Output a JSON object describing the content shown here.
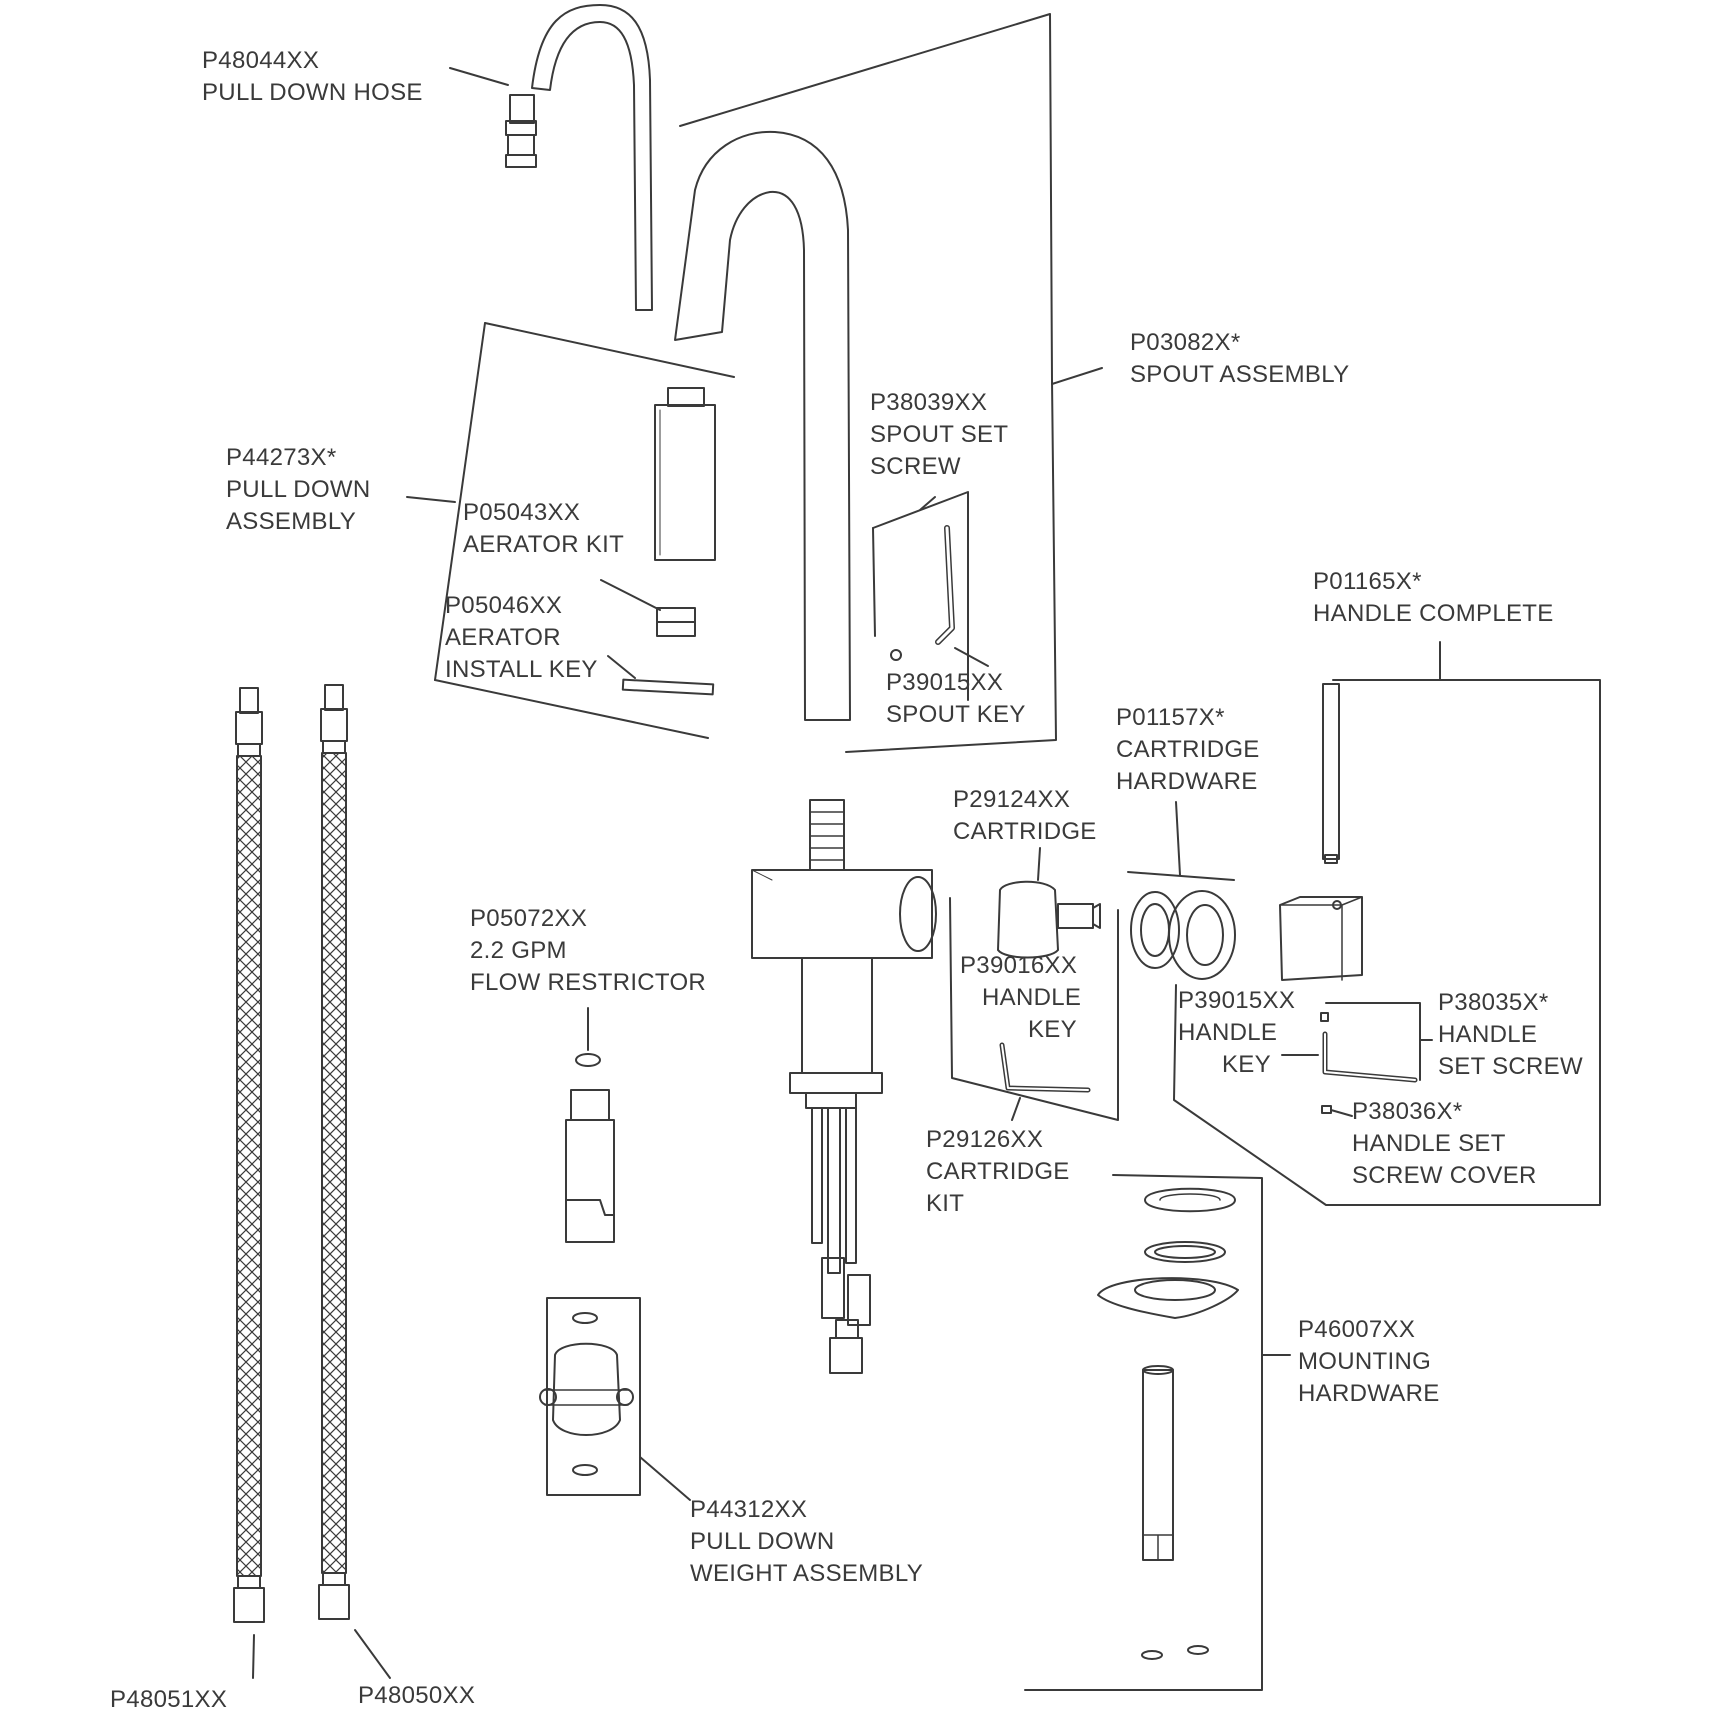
{
  "colors": {
    "line": "#3a3a3a",
    "text": "#3a3a3a",
    "background": "#ffffff"
  },
  "callouts": {
    "pull_down_hose": {
      "part": "P48044XX",
      "lines": [
        "PULL DOWN HOSE"
      ]
    },
    "spout_assembly": {
      "part": "P03082X*",
      "lines": [
        "SPOUT ASSEMBLY"
      ]
    },
    "spout_set_screw": {
      "part": "P38039XX",
      "lines": [
        "SPOUT SET",
        "SCREW"
      ]
    },
    "pull_down_assembly": {
      "part": "P44273X*",
      "lines": [
        "PULL DOWN",
        "ASSEMBLY"
      ]
    },
    "aerator_kit": {
      "part": "P05043XX",
      "lines": [
        "AERATOR KIT"
      ]
    },
    "aerator_install_key": {
      "part": "P05046XX",
      "lines": [
        "AERATOR",
        "INSTALL KEY"
      ]
    },
    "spout_key": {
      "part": "P39015XX",
      "lines": [
        "SPOUT KEY"
      ]
    },
    "handle_complete": {
      "part": "P01165X*",
      "lines": [
        "HANDLE COMPLETE"
      ]
    },
    "cartridge_hardware": {
      "part": "P01157X*",
      "lines": [
        "CARTRIDGE",
        "HARDWARE"
      ]
    },
    "cartridge": {
      "part": "P29124XX",
      "lines": [
        "CARTRIDGE"
      ]
    },
    "flow_restrictor": {
      "part": "P05072XX",
      "lines": [
        "2.2 GPM",
        "FLOW RESTRICTOR"
      ]
    },
    "handle_key_cart": {
      "part": "P39016XX",
      "lines": [
        "HANDLE",
        "KEY"
      ]
    },
    "handle_key": {
      "part": "P39015XX",
      "lines": [
        "HANDLE",
        "KEY"
      ]
    },
    "handle_set_screw": {
      "part": "P38035X*",
      "lines": [
        "HANDLE",
        "SET SCREW"
      ]
    },
    "handle_screw_cover": {
      "part": "P38036X*",
      "lines": [
        "HANDLE SET",
        "SCREW COVER"
      ]
    },
    "cartridge_kit": {
      "part": "P29126XX",
      "lines": [
        "CARTRIDGE",
        "KIT"
      ]
    },
    "mounting_hardware": {
      "part": "P46007XX",
      "lines": [
        "MOUNTING",
        "HARDWARE"
      ]
    },
    "pull_down_weight": {
      "part": "P44312XX",
      "lines": [
        "PULL DOWN",
        "WEIGHT ASSEMBLY"
      ]
    },
    "supply_line_1": {
      "part": "P48051XX",
      "lines": []
    },
    "supply_line_2": {
      "part": "P48050XX",
      "lines": []
    }
  }
}
